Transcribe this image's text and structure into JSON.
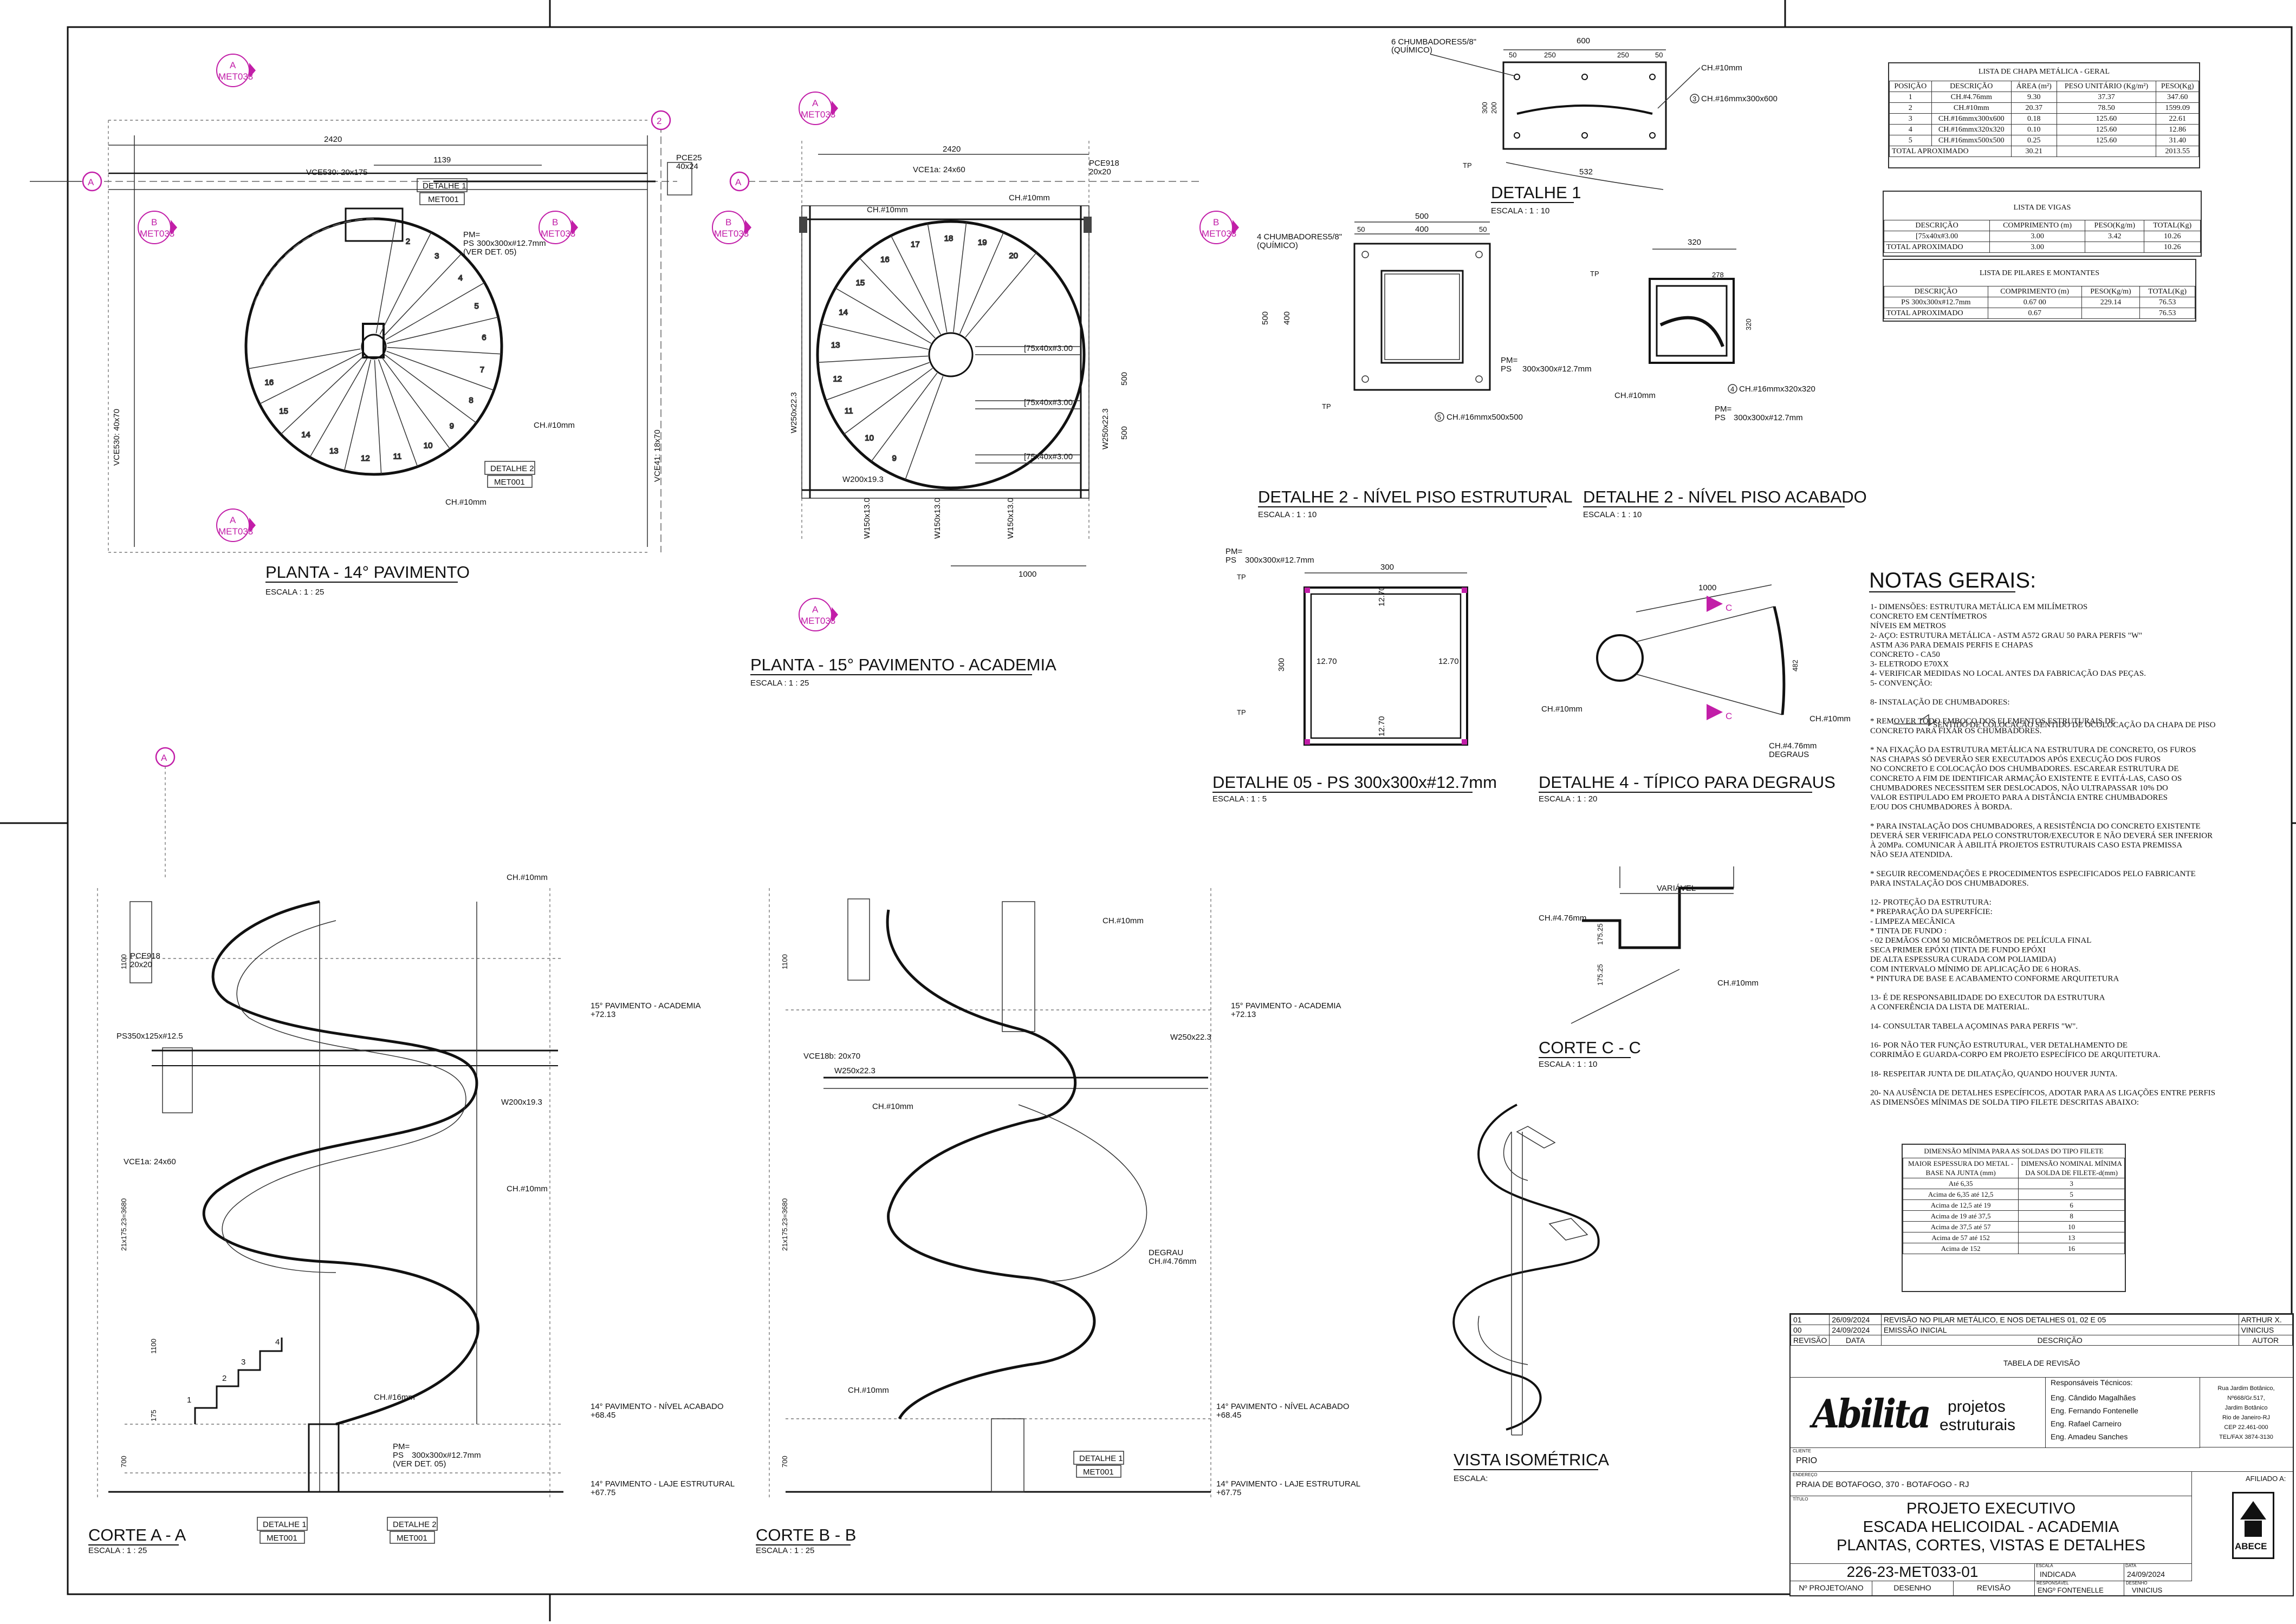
{
  "drawing": {
    "views": {
      "planta14": {
        "title": "PLANTA - 14° PAVIMENTO",
        "scale": "ESCALA : 1 : 25"
      },
      "planta15": {
        "title": "PLANTA - 15° PAVIMENTO - ACADEMIA",
        "scale": "ESCALA : 1 : 25"
      },
      "detalhe1": {
        "title": "DETALHE 1",
        "scale": "ESCALA : 1 : 10"
      },
      "detalhe2a": {
        "title": "DETALHE 2 - NÍVEL PISO ESTRUTURAL",
        "scale": "ESCALA : 1 : 10"
      },
      "detalhe2b": {
        "title": "DETALHE 2 - NÍVEL PISO ACABADO",
        "scale": "ESCALA : 1 : 10"
      },
      "detalhe05": {
        "title": "DETALHE 05 - PS 300x300x#12.7mm",
        "scale": "ESCALA : 1 : 5"
      },
      "detalhe4": {
        "title": "DETALHE 4 - TÍPICO PARA DEGRAUS",
        "scale": "ESCALA : 1 : 20"
      },
      "corteC": {
        "title": "CORTE C - C",
        "scale": "ESCALA : 1 : 10"
      },
      "corteA": {
        "title": "CORTE A - A",
        "scale": "ESCALA : 1 : 25"
      },
      "corteB": {
        "title": "CORTE B - B",
        "scale": "ESCALA : 1 : 25"
      },
      "isometrica": {
        "title": "VISTA ISOMÉTRICA",
        "scale": "ESCALA:"
      }
    },
    "labels": {
      "axisA": "A",
      "axis2": "2",
      "markerA": "A",
      "markerB": "B",
      "met": "MET033",
      "dim2420": "2420",
      "dim1139": "1139",
      "dim1000": "1000",
      "vce530": "VCE530: 20x175",
      "vce1a": "VCE1a: 24x60",
      "pce25": "PCE25",
      "pce25b": "40x24",
      "pce918": "PCE918",
      "pce918b": "20x20",
      "vce530v": "VCE530: 40x70",
      "vce41v": "VCE41: 18x70",
      "w250": "W250x22.3",
      "w200": "W200x19.3",
      "w150": "W150x13.0",
      "chumb6": "6 CHUMBADORES5/8\"",
      "chumb4": "4 CHUMBADORES5/8\"",
      "quimico": "(QUÍMICO)",
      "ch10": "CH.#10mm",
      "ch16": "CH.#16mm",
      "ch476": "CH.#4.76mm",
      "degraus": "DEGRAUS",
      "degrau": "DEGRAU",
      "chapa600": "CH.#16mmx300x600",
      "chapa500": "CH.#16mmx500x500",
      "chapa320": "CH.#16mmx320x320",
      "pm": "PM=",
      "ps": "PS",
      "psdesc": "300x300x#12.7mm",
      "verdet": "(VER DET. 05)",
      "detalhe1tag": "DETALHE 1",
      "detalhe2tag": "DETALHE 2",
      "met001": "MET001",
      "dim600": "600",
      "dim250": "250",
      "dim50": "50",
      "dim532": "532",
      "dim300": "300",
      "dim200": "200",
      "dim500": "500",
      "dim400": "400",
      "dim320": "320",
      "dim278": "278",
      "dim1270": "12.70",
      "dim1000b": "1000",
      "dim482": "482",
      "tp": "TP",
      "variavel": "VARIÁVEL",
      "d17525": "175.25",
      "lvl15": "15° PAVIMENTO - ACADEMIA",
      "lvl15v": "+72.13",
      "lvl14a": "14° PAVIMENTO - NÍVEL ACABADO",
      "lvl14av": "+68.45",
      "lvl14e": "14° PAVIMENTO - LAJE ESTRUTURAL",
      "lvl14ev": "+67.75",
      "ps350": "PS350x125x#12.5",
      "vce18b": "VCE18b: 20x70",
      "dim1100": "1100",
      "dim700": "700",
      "dim175": "175",
      "dim21": "21x175.23=3680",
      "c": "C"
    },
    "notes": {
      "heading": "NOTAS GERAIS:",
      "lines": [
        "1-  DIMENSÕES:  ESTRUTURA METÁLICA EM MILÍMETROS",
        "                              CONCRETO EM CENTÍMETROS",
        "                              NÍVEIS EM METROS",
        "2-  AÇO: ESTRUTURA METÁLICA  - ASTM A572 GRAU 50 PARA PERFIS \"W\"",
        "                                                      ASTM A36 PARA DEMAIS PERFIS E CHAPAS",
        "           CONCRETO  - CA50",
        "3-  ELETRODO E70XX",
        "4-  VERIFICAR MEDIDAS NO LOCAL ANTES DA FABRICAÇÃO DAS PEÇAS.",
        "5-  CONVENÇÃO:",
        "",
        "8-  INSTALAÇÃO DE CHUMBADORES:",
        "",
        "  * REMOVER TODO EMBOÇO DOS ELEMENTOS ESTRUTURAIS DE",
        "     CONCRETO PARA FIXAR OS CHUMBADORES.",
        "",
        "  * NA FIXAÇÃO DA ESTRUTURA METÁLICA NA ESTRUTURA DE CONCRETO, OS FUROS",
        "     NAS CHAPAS SÓ DEVERÃO SER EXECUTADOS APÓS EXECUÇÃO DOS FUROS",
        "     NO CONCRETO E COLOCAÇÃO DOS CHUMBADORES. ESCAREAR ESTRUTURA DE",
        "     CONCRETO A FIM DE IDENTIFICAR ARMAÇÃO EXISTENTE E EVITÁ-LAS, CASO OS",
        "     CHUMBADORES NECESSITEM SER DESLOCADOS, NÃO ULTRAPASSAR 10% DO",
        "     VALOR ESTIPULADO EM PROJETO PARA A DISTÂNCIA ENTRE CHUMBADORES",
        "     E/OU DOS CHUMBADORES À BORDA.",
        "",
        "  * PARA INSTALAÇÃO DOS CHUMBADORES, A RESISTÊNCIA DO CONCRETO EXISTENTE",
        "     DEVERÁ SER VERIFICADA PELO CONSTRUTOR/EXECUTOR E NÃO DEVERÁ SER INFERIOR",
        "     À 20MPa. COMUNICAR À ABILITÁ PROJETOS ESTRUTURAIS CASO ESTA PREMISSA",
        "     NÃO SEJA ATENDIDA.",
        "",
        "  * SEGUIR RECOMENDAÇÕES E PROCEDIMENTOS ESPECIFICADOS PELO FABRICANTE",
        "     PARA INSTALAÇÃO DOS CHUMBADORES.",
        "",
        "12-  PROTEÇÃO DA ESTRUTURA:",
        "      * PREPARAÇÃO DA SUPERFÍCIE:",
        "          - LIMPEZA MECÂNICA",
        "      * TINTA DE FUNDO :",
        "          - 02 DEMÃOS COM 50 MICRÔMETROS DE PELÍCULA FINAL",
        "            SECA PRIMER EPÓXI (TINTA DE FUNDO EPÓXI",
        "            DE ALTA ESPESSURA CURADA COM POLIAMIDA)",
        "            COM INTERVALO MÍNIMO DE APLICAÇÃO DE 6 HORAS.",
        "      * PINTURA DE BASE E ACABAMENTO CONFORME ARQUITETURA",
        "",
        "13-  É DE RESPONSABILIDADE DO EXECUTOR DA ESTRUTURA",
        "       A CONFERÊNCIA DA LISTA DE MATERIAL.",
        "",
        "14-  CONSULTAR TABELA AÇOMINAS PARA PERFIS \"W\".",
        "",
        "16-  POR NÃO TER FUNÇÃO ESTRUTURAL, VER DETALHAMENTO DE",
        "       CORRIMÃO E GUARDA-CORPO EM PROJETO ESPECÍFICO DE ARQUITETURA.",
        "",
        "18-  RESPEITAR JUNTA DE DILATAÇÃO, QUANDO HOUVER JUNTA.",
        "",
        "20-  NA AUSÊNCIA DE DETALHES ESPECÍFICOS, ADOTAR PARA AS LIGAÇÕES ENTRE PERFIS",
        "       AS DIMENSÕES MÍNIMAS DE SOLDA TIPO FILETE DESCRITAS ABAIXO:"
      ],
      "convencao": "SENTIDO DE COLOCAÇÃO SENTIDO DE OCOLOCAÇÃO DA CHAPA DE PISO"
    },
    "tables": {
      "chapa": {
        "title": "LISTA DE CHAPA METÁLICA - GERAL",
        "headers": [
          "POSIÇÃO",
          "DESCRIÇÃO",
          "ÁREA (m²)",
          "PESO UNITÁRIO (Kg/m²)",
          "PESO(Kg)"
        ],
        "rows": [
          [
            "1",
            "CH.#4.76mm",
            "9.30",
            "37.37",
            "347.60"
          ],
          [
            "2",
            "CH.#10mm",
            "20.37",
            "78.50",
            "1599.09"
          ],
          [
            "3",
            "CH.#16mmx300x600",
            "0.18",
            "125.60",
            "22.61"
          ],
          [
            "4",
            "CH.#16mmx320x320",
            "0.10",
            "125.60",
            "12.86"
          ],
          [
            "5",
            "CH.#16mmx500x500",
            "0.25",
            "125.60",
            "31.40"
          ]
        ],
        "total": [
          "TOTAL APROXIMADO",
          "30.21",
          "",
          "2013.55"
        ]
      },
      "vigas": {
        "title": "LISTA DE VIGAS",
        "headers": [
          "DESCRIÇÃO",
          "COMPRIMENTO (m)",
          "PESO(Kg/m)",
          "TOTAL(Kg)"
        ],
        "rows": [
          [
            "[75x40x#3.00",
            "3.00",
            "3.42",
            "10.26"
          ]
        ],
        "total": [
          "TOTAL APROXIMADO",
          "3.00",
          "",
          "10.26"
        ]
      },
      "pilares": {
        "title": "LISTA DE PILARES E MONTANTES",
        "headers": [
          "DESCRIÇÃO",
          "COMPRIMENTO (m)",
          "PESO(Kg/m)",
          "TOTAL(Kg)"
        ],
        "rows": [
          [
            "PS 300x300x#12.7mm",
            "0.67",
            "00",
            "229.14",
            "76.53"
          ]
        ],
        "total": [
          "TOTAL APROXIMADO",
          "0.67",
          "",
          "76.53"
        ]
      },
      "solda": {
        "title": "DIMENSÃO MÍNIMA PARA AS SOLDAS DO TIPO FILETE",
        "headers": [
          "MAIOR ESPESSURA DO METAL - BASE NA JUNTA (mm)",
          "DIMENSÃO NOMINAL MÍNIMA DA SOLDA DE FILETE-d(mm)"
        ],
        "rows": [
          [
            "Até 6,35",
            "3"
          ],
          [
            "Acima de 6,35 até 12,5",
            "5"
          ],
          [
            "Acima de 12,5 até 19",
            "6"
          ],
          [
            "Acima de 19 até 37,5",
            "8"
          ],
          [
            "Acima de 37,5 até 57",
            "10"
          ],
          [
            "Acima de 57 até 152",
            "13"
          ],
          [
            "Acima de 152",
            "16"
          ]
        ]
      }
    },
    "titleblock": {
      "revisions": [
        [
          "01",
          "26/09/2024",
          "REVISÃO NO PILAR METÁLICO, E NOS DETALHES 01, 02 E 05",
          "ARTHUR X."
        ],
        [
          "00",
          "24/09/2024",
          "EMISSÃO INICIAL",
          "VINICIUS"
        ]
      ],
      "rev_headers": [
        "REVISÃO",
        "DATA",
        "DESCRIÇÃO",
        "AUTOR"
      ],
      "rev_title": "TABELA DE REVISÃO",
      "company_logo": "Abilita",
      "company_sub1": "projetos",
      "company_sub2": "estruturais",
      "resp_title": "Responsáveis Técnicos:",
      "resp": [
        "Eng. Cândido Magalhães",
        "Eng. Fernando Fontenelle",
        "Eng. Rafael Carneiro",
        "Eng. Amadeu Sanches"
      ],
      "address": [
        "Rua Jardim Botânico,",
        "Nº668/Gr.517,",
        "Jardim Botânico",
        "Rio de Janeiro-RJ",
        "CEP 22.461-000",
        "TEL/FAX 3874-3130"
      ],
      "cliente_label": "CLIENTE",
      "cliente": "PRIO",
      "endereco_label": "ENDEREÇO",
      "endereco": "PRAIA DE BOTAFOGO, 370 - BOTAFOGO - RJ",
      "afiliado": "AFILIADO A:",
      "abece": "ABECE",
      "titulo_label": "TÍTULO",
      "titulo": [
        "PROJETO EXECUTIVO",
        "ESCADA HELICOIDAL - ACADEMIA",
        "PLANTAS, CORTES, VISTAS E DETALHES"
      ],
      "numero": "226-23-MET033-01",
      "escala_label": "ESCALA",
      "escala": "INDICADA",
      "data_label": "DATA",
      "data": "24/09/2024",
      "footer": [
        "Nº PROJETO/ANO",
        "DESENHO",
        "REVISÃO"
      ],
      "resp_label": "RESPONSÁVEL",
      "resp_val": "ENGº FONTENELLE",
      "desenho_label": "DESENHO",
      "desenho_val": "VINICIUS"
    }
  }
}
